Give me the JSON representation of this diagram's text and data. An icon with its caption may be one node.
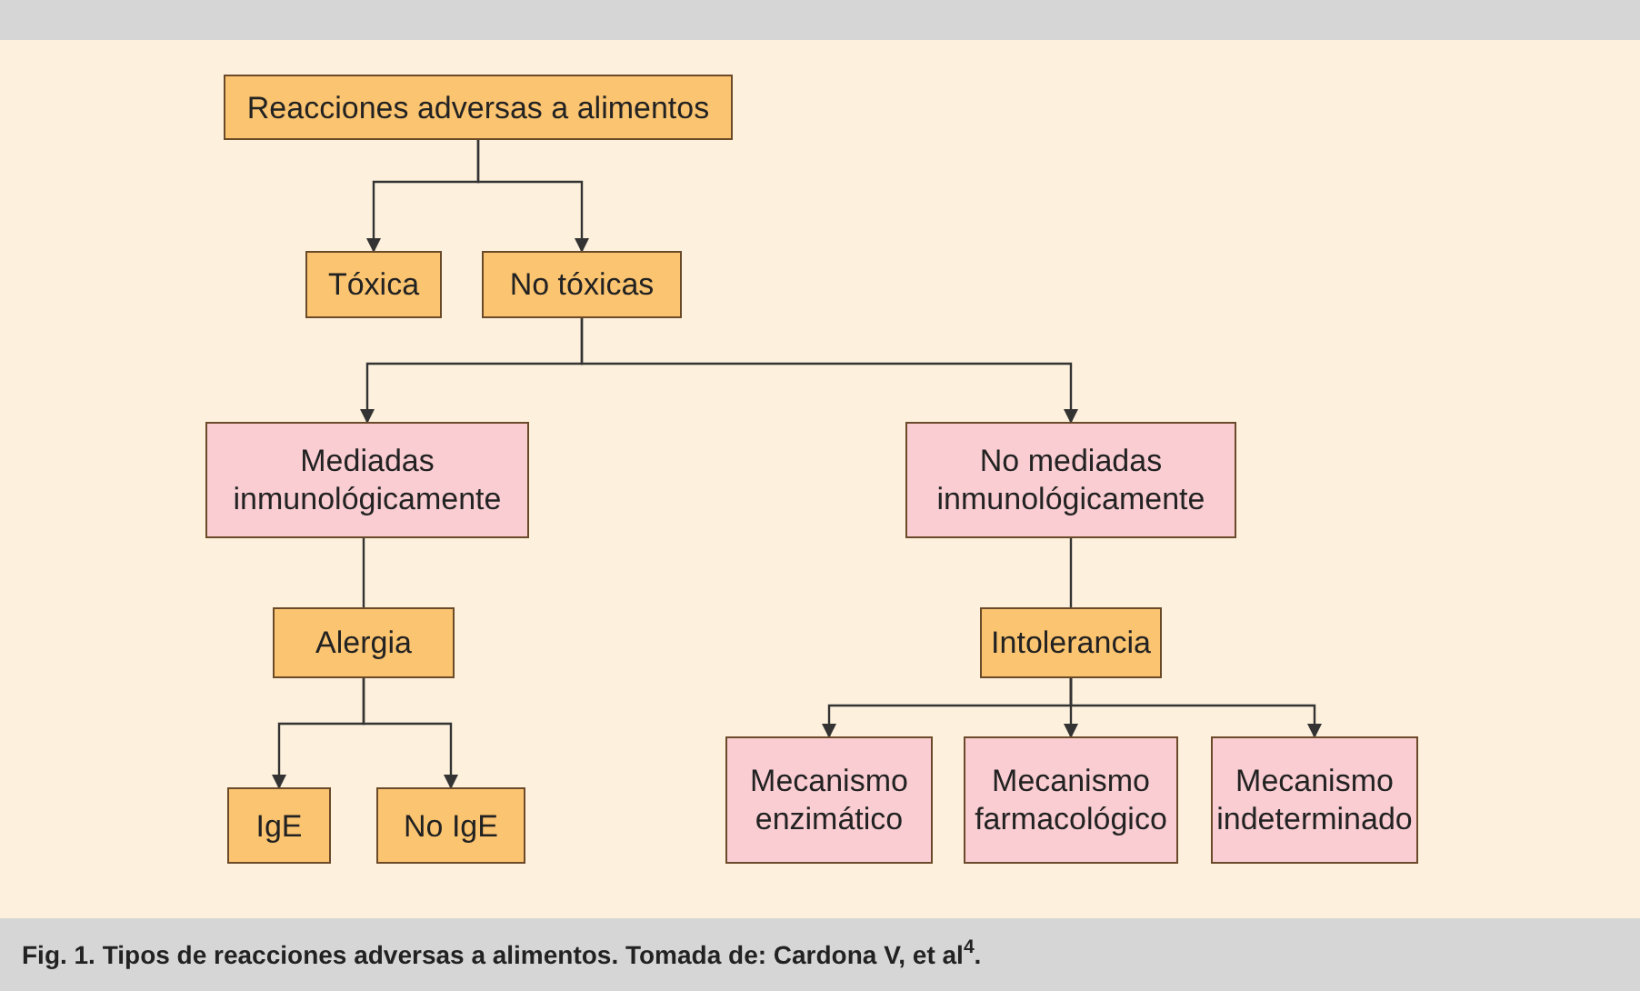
{
  "diagram": {
    "caption": "Fig. 1. Tipos de reacciones adversas a alimentos. Tomada de: Cardona V, et al$^{4}$.",
    "nodes": [
      {
        "text": [
          "Reacciones adversas a alimentos"
        ]
      },
      {
        "text": [
          "Tóxica"
        ]
      },
      {
        "text": [
          "No tóxicas"
        ]
      },
      {
        "text": [
          "Mediadas inmunológicamente"
        ]
      },
      {
        "text": [
          "No mediadas inmunológicamente"
        ]
      },
      {
        "text": [
          "Alergia"
        ]
      },
      {
        "text": [
          "Intolerancia"
        ]
      },
      {
        "text": [
          "IgE"
        ]
      },
      {
        "text": [
          "No IgE"
        ]
      },
      {
        "text": [
          "Mecanismo enzimático"
        ]
      },
      {
        "text": [
          "Mecanismo farmacológico"
        ]
      },
      {
        "text": [
          "Mecanismo indeterminado"
        ]
      }
    ],
    "edges": [
      {
        "from": 0,
        "to": 1,
        "arrow": "to"
      },
      {
        "from": 0,
        "to": 2,
        "arrow": "to"
      },
      {
        "from": 2,
        "to": 3,
        "arrow": "to"
      },
      {
        "from": 2,
        "to": 4,
        "arrow": "to"
      },
      {
        "from": 3,
        "to": 5,
        "arrow": "none"
      },
      {
        "from": 4,
        "to": 6,
        "arrow": "none"
      },
      {
        "from": 5,
        "to": 7,
        "arrow": "to"
      },
      {
        "from": 5,
        "to": 8,
        "arrow": "to"
      },
      {
        "from": 6,
        "to": 9,
        "arrow": "to"
      },
      {
        "from": 6,
        "to": 10,
        "arrow": "to"
      },
      {
        "from": 6,
        "to": 11,
        "arrow": "to"
      }
    ]
  }
}
